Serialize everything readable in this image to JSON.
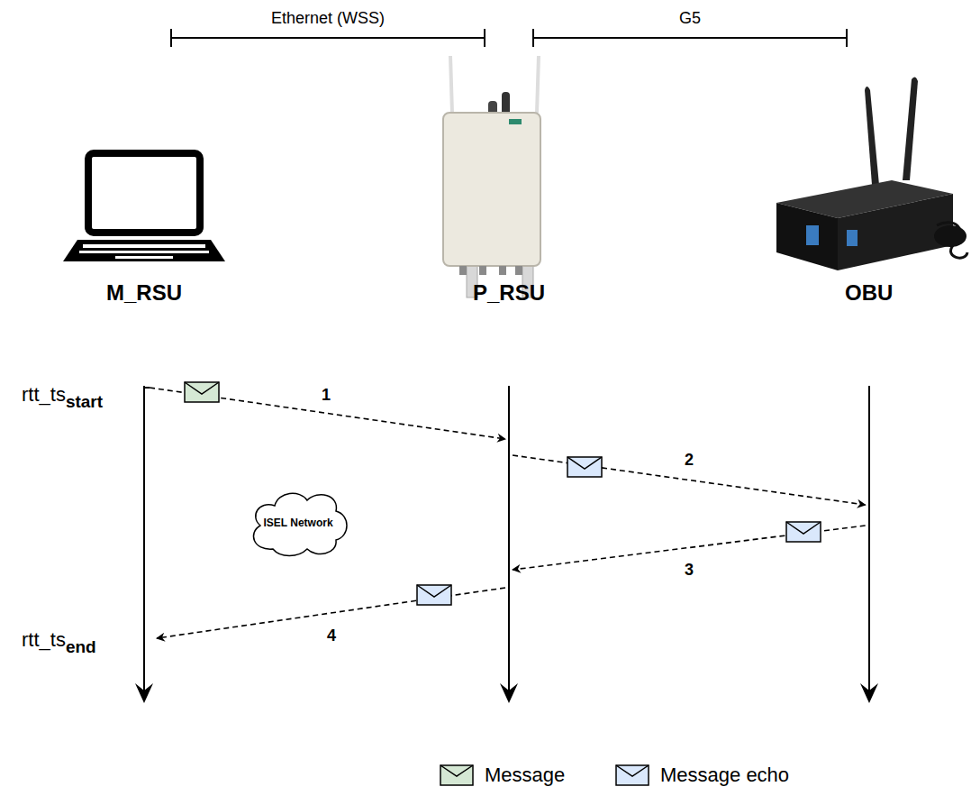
{
  "diagram": {
    "nodes": [
      {
        "text": [
          "M_RSU"
        ]
      },
      {
        "text": [
          "P_RSU"
        ]
      },
      {
        "text": [
          "OBU"
        ]
      },
      {
        "text": [
          "ISEL Network"
        ]
      }
    ],
    "edges": [
      {
        "from": 0,
        "to": 1,
        "arrow": "to",
        "label": "1"
      },
      {
        "from": 1,
        "to": 2,
        "arrow": "to",
        "label": "2"
      },
      {
        "from": 2,
        "to": 1,
        "arrow": "to",
        "label": "3"
      },
      {
        "from": 1,
        "to": 0,
        "arrow": "to",
        "label": "4"
      }
    ],
    "labels": [
      "Ethernet (WSS)",
      "G5",
      "rtt_ts",
      "start",
      "rtt_ts",
      "end"
    ],
    "legend": [
      {
        "text": "Message",
        "color": "#d5e8d4"
      },
      {
        "text": "Message echo",
        "color": "#dae8fc"
      }
    ]
  }
}
